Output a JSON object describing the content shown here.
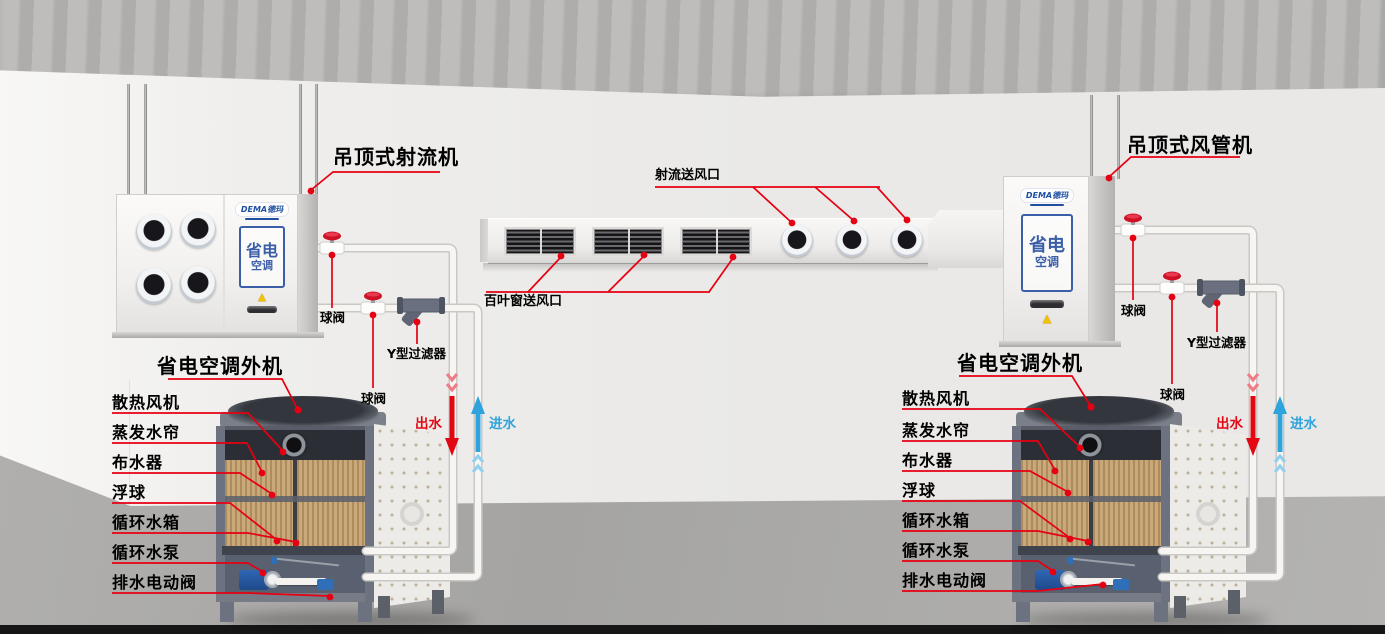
{
  "colors": {
    "leader_red": "#e60012",
    "water_out_red": "#e30613",
    "water_in_blue": "#2fa3dc",
    "brand_blue": "#1f4fa0",
    "logo_blue": "#3a5fa8",
    "pad_tan": "#c9a87a"
  },
  "icons": {
    "warning": "▲"
  },
  "indoor_units": {
    "left": {
      "title": "吊顶式射流机"
    },
    "right": {
      "title": "吊顶式风管机"
    },
    "brand": "DEMA德玛",
    "logo_line1": "省电",
    "logo_line2": "空调"
  },
  "duct": {
    "jet_outlet_label": "射流送风口",
    "louver_outlet_label": "百叶窗送风口"
  },
  "piping": {
    "ball_valve_label": "球阀",
    "y_filter_label": "Y型过滤器",
    "water_out_label": "出水",
    "water_in_label": "进水"
  },
  "outdoor_unit": {
    "title": "省电空调外机",
    "parts": [
      "散热风机",
      "蒸发水帘",
      "布水器",
      "浮球",
      "循环水箱",
      "循环水泵",
      "排水电动阀"
    ]
  }
}
